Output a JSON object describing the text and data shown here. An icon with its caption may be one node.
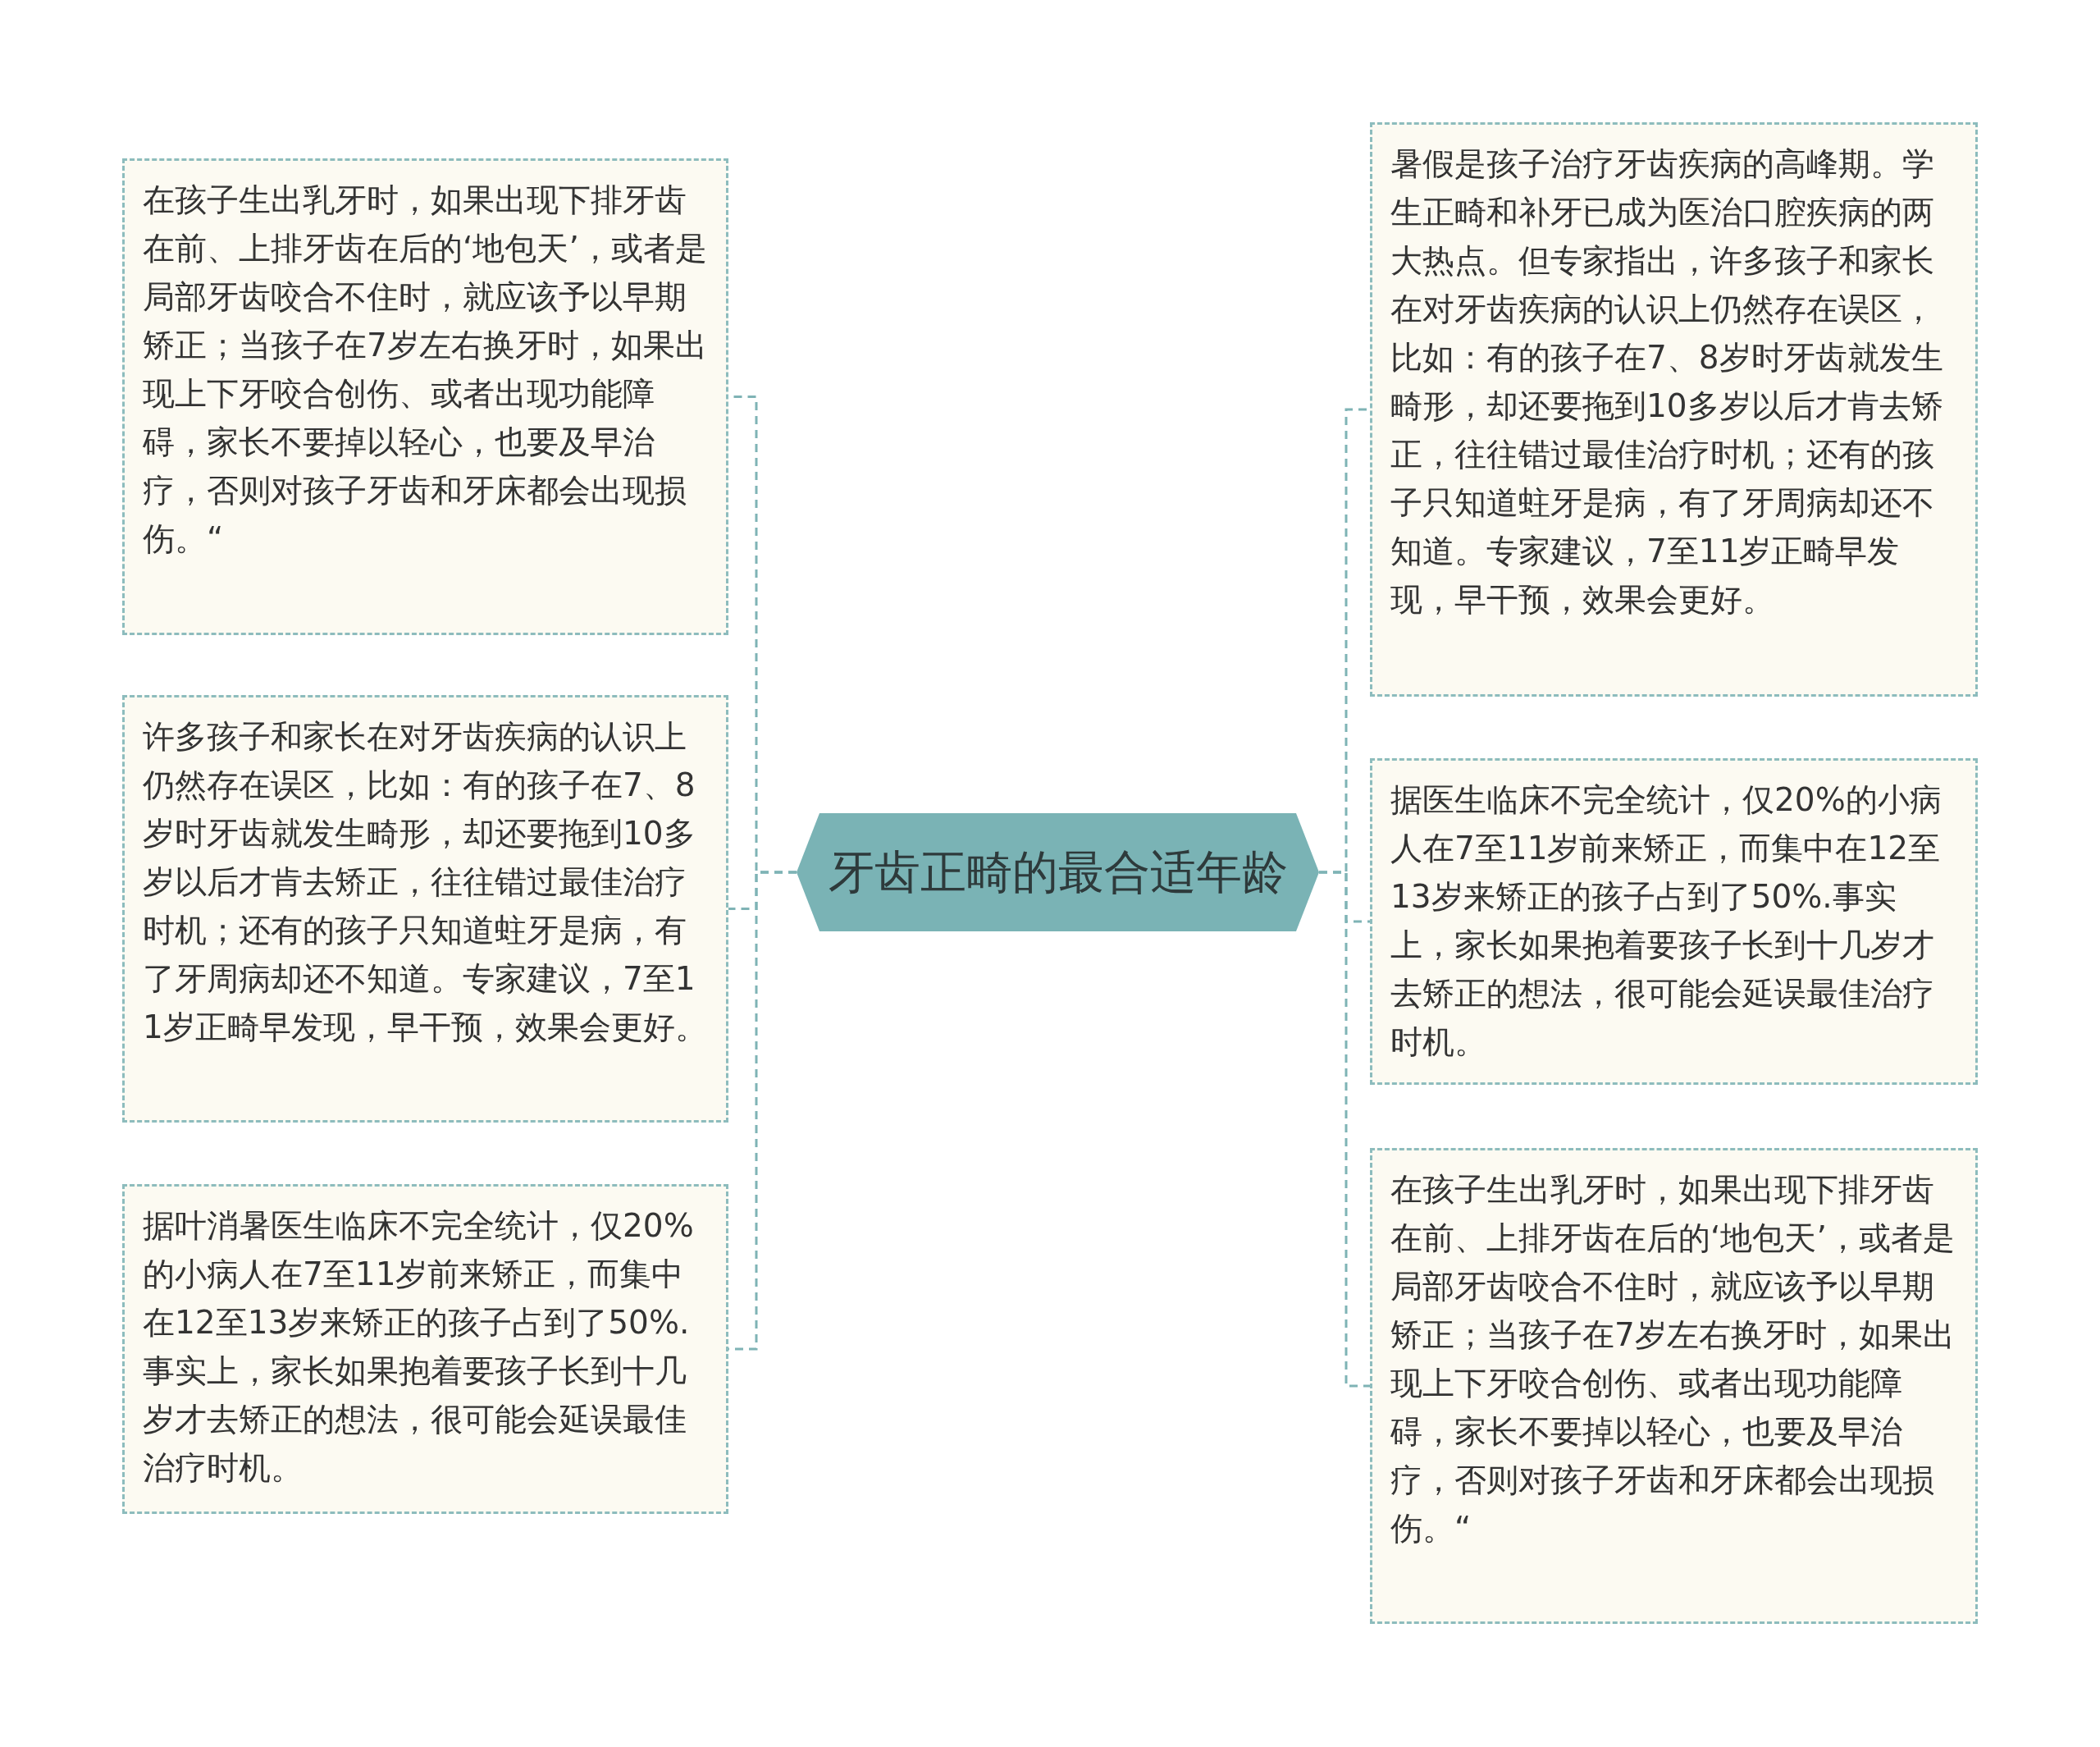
{
  "diagram": {
    "nodes": [
      {
        "text": [
          "牙齿正畸的最合适年龄"
        ]
      },
      {
        "text": [
          "在孩子生出乳牙时，如果出现下排牙齿在前、上排牙齿在后的‘地包天’，或者是局部牙齿咬合不住时，就应该予以早期矫正；当孩子在7岁左右换牙时，如果出现上下牙咬合创伤、或者出现功能障碍，家长不要掉以轻心，也要及早治疗，否则对孩子牙齿和牙床都会出现损伤。“"
        ]
      },
      {
        "text": [
          "许多孩子和家长在对牙齿疾病的认识上仍然存在误区，比如：有的孩子在7、8岁时牙齿就发生畸形，却还要拖到10多岁以后才肯去矫正，往往错过最佳治疗时机；还有的孩子只知道蛀牙是病，有了牙周病却还不知道。专家建议，7至11岁正畸早发现，早干预，效果会更好。"
        ]
      },
      {
        "text": [
          "据叶消暑医生临床不完全统计，仅20%的小病人在7至11岁前来矫正，而集中在12至13岁来矫正的孩子占到了50%.事实上，家长如果抱着要孩子长到十几岁才去矫正的想法，很可能会延误最佳治疗时机。"
        ]
      },
      {
        "text": [
          "暑假是孩子治疗牙齿疾病的高峰期。学生正畸和补牙已成为医治口腔疾病的两大热点。但专家指出，许多孩子和家长在对牙齿疾病的认识上仍然存在误区，比如：有的孩子在7、8岁时牙齿就发生畸形，却还要拖到10多岁以后才肯去矫正，往往错过最佳治疗时机；还有的孩子只知道蛀牙是病，有了牙周病却还不知道。专家建议，7至11岁正畸早发现，早干预，效果会更好。"
        ]
      },
      {
        "text": [
          "据医生临床不完全统计，仅20%的小病人在7至11岁前来矫正，而集中在12至13岁来矫正的孩子占到了50%.事实上，家长如果抱着要孩子长到十几岁才去矫正的想法，很可能会延误最佳治疗时机。"
        ]
      },
      {
        "text": [
          "在孩子生出乳牙时，如果出现下排牙齿在前、上排牙齿在后的‘地包天’，或者是局部牙齿咬合不住时，就应该予以早期矫正；当孩子在7岁左右换牙时，如果出现上下牙咬合创伤、或者出现功能障碍，家长不要掉以轻心，也要及早治疗，否则对孩子牙齿和牙床都会出现损伤。“"
        ]
      }
    ],
    "edges": [
      {
        "from": 0,
        "to": 1,
        "arrow": "none"
      },
      {
        "from": 0,
        "to": 2,
        "arrow": "none"
      },
      {
        "from": 0,
        "to": 3,
        "arrow": "none"
      },
      {
        "from": 0,
        "to": 4,
        "arrow": "none"
      },
      {
        "from": 0,
        "to": 5,
        "arrow": "none"
      },
      {
        "from": 0,
        "to": 6,
        "arrow": "none"
      }
    ]
  }
}
